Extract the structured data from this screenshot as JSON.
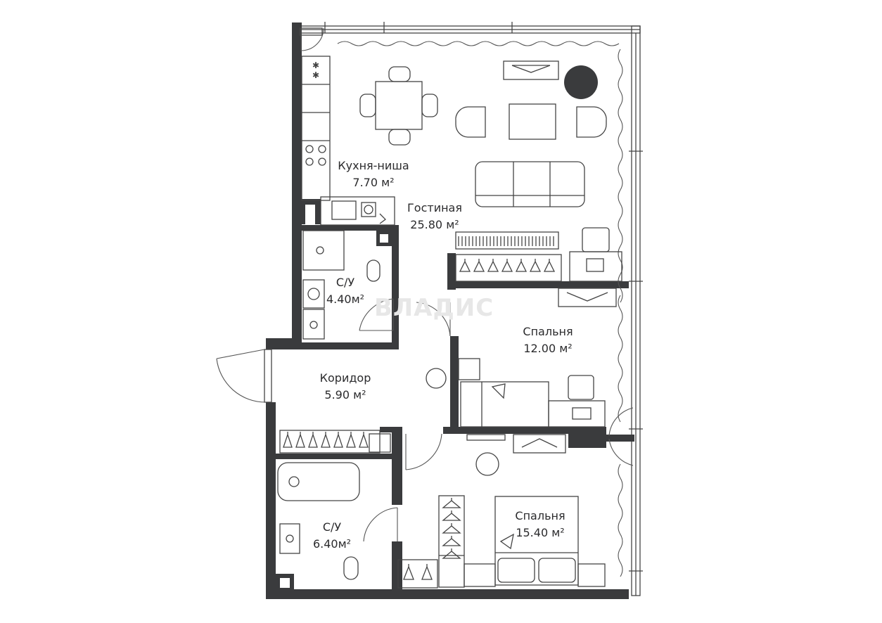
{
  "rooms": [
    {
      "id": "kitchen",
      "name": "Кухня-ниша",
      "area": "7.70 м²"
    },
    {
      "id": "living",
      "name": "Гостиная",
      "area": "25.80 м²"
    },
    {
      "id": "bath1",
      "name": "С/У",
      "area": "4.40м²"
    },
    {
      "id": "bedroom1",
      "name": "Спальня",
      "area": "12.00 м²"
    },
    {
      "id": "corridor",
      "name": "Коридор",
      "area": "5.90 м²"
    },
    {
      "id": "bath2",
      "name": "С/У",
      "area": "6.40м²"
    },
    {
      "id": "bedroom2",
      "name": "Спальня",
      "area": "15.40 м²"
    }
  ],
  "watermark": "ВЛАДИС",
  "colors": {
    "wall": "#3a3b3d",
    "line": "#444444",
    "background": "#ffffff",
    "watermark": "#e7e7e7"
  }
}
